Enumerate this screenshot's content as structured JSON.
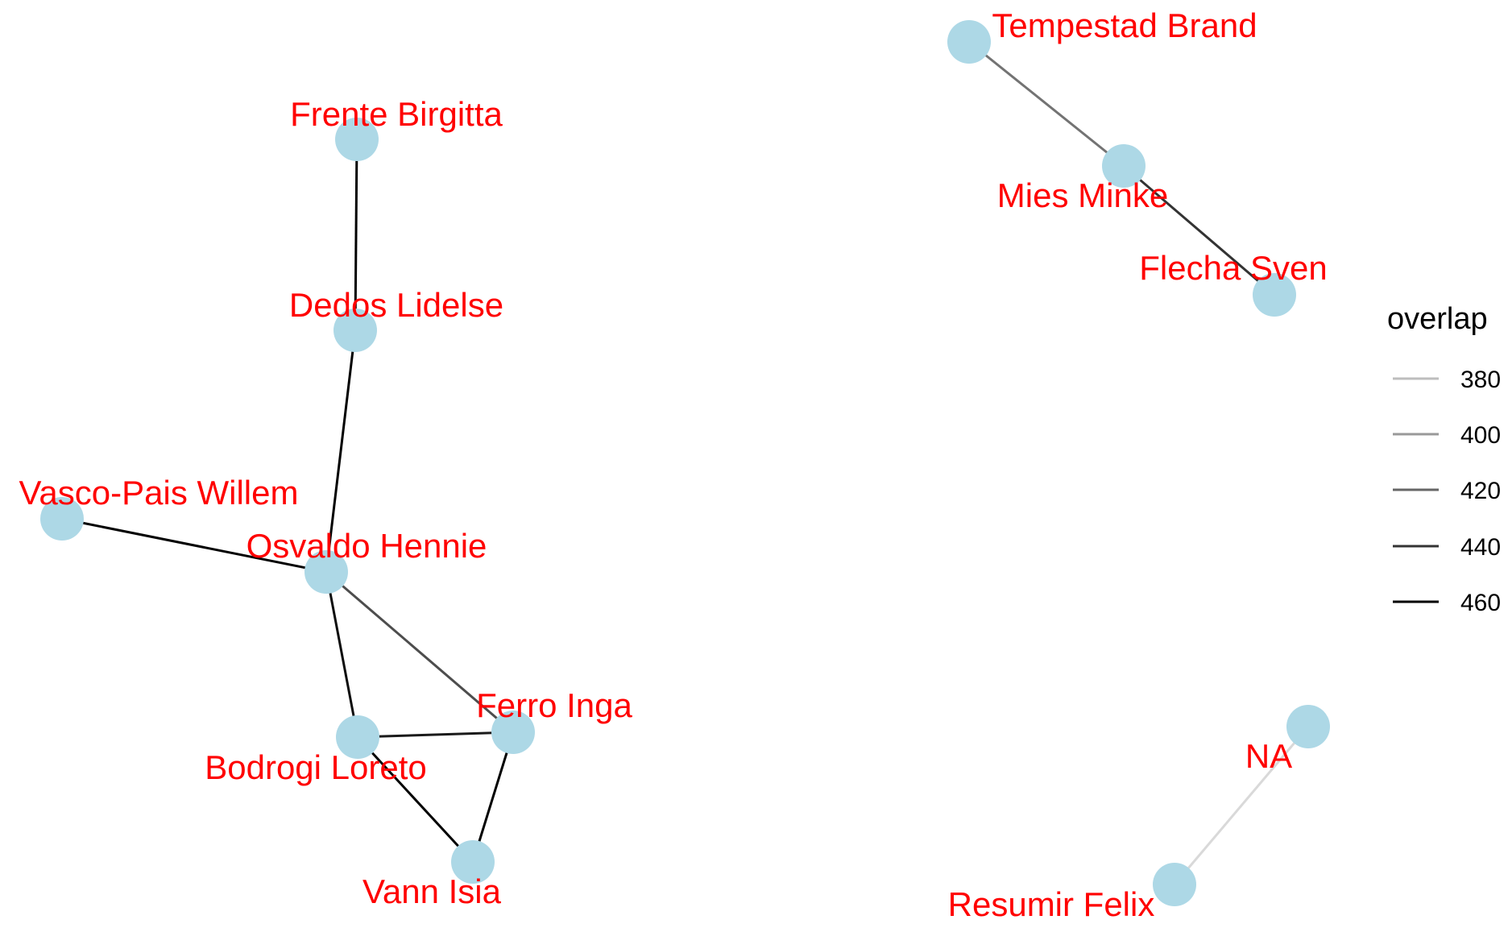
{
  "colors": {
    "node_fill": "#add8e6",
    "label_color": "#ff0000",
    "background": "#ffffff"
  },
  "nodes": [
    {
      "id": "frente",
      "label": "Frente Birgitta"
    },
    {
      "id": "dedos",
      "label": "Dedos Lidelse"
    },
    {
      "id": "vasco",
      "label": "Vasco-Pais Willem"
    },
    {
      "id": "osvaldo",
      "label": "Osvaldo Hennie"
    },
    {
      "id": "ferro",
      "label": "Ferro Inga"
    },
    {
      "id": "bodrogi",
      "label": "Bodrogi Loreto"
    },
    {
      "id": "vann",
      "label": "Vann Isia"
    },
    {
      "id": "tempestad",
      "label": "Tempestad Brand"
    },
    {
      "id": "mies",
      "label": "Mies Minke"
    },
    {
      "id": "flecha",
      "label": "Flecha Sven"
    },
    {
      "id": "na",
      "label": "NA"
    },
    {
      "id": "resumir",
      "label": "Resumir Felix"
    }
  ],
  "edges": [
    {
      "from": "frente",
      "to": "dedos",
      "overlap": 460
    },
    {
      "from": "dedos",
      "to": "osvaldo",
      "overlap": 460
    },
    {
      "from": "vasco",
      "to": "osvaldo",
      "overlap": 460
    },
    {
      "from": "osvaldo",
      "to": "ferro",
      "overlap": 430
    },
    {
      "from": "osvaldo",
      "to": "bodrogi",
      "overlap": 455
    },
    {
      "from": "bodrogi",
      "to": "ferro",
      "overlap": 450
    },
    {
      "from": "bodrogi",
      "to": "vann",
      "overlap": 460
    },
    {
      "from": "ferro",
      "to": "vann",
      "overlap": 460
    },
    {
      "from": "tempestad",
      "to": "mies",
      "overlap": 415
    },
    {
      "from": "mies",
      "to": "flecha",
      "overlap": 440
    },
    {
      "from": "na",
      "to": "resumir",
      "overlap": 375
    }
  ],
  "legend": {
    "title": "overlap",
    "items": [
      {
        "label": "380",
        "color": "#bdbdbd"
      },
      {
        "label": "400",
        "color": "#999999"
      },
      {
        "label": "420",
        "color": "#666666"
      },
      {
        "label": "440",
        "color": "#333333"
      },
      {
        "label": "460",
        "color": "#000000"
      }
    ]
  }
}
